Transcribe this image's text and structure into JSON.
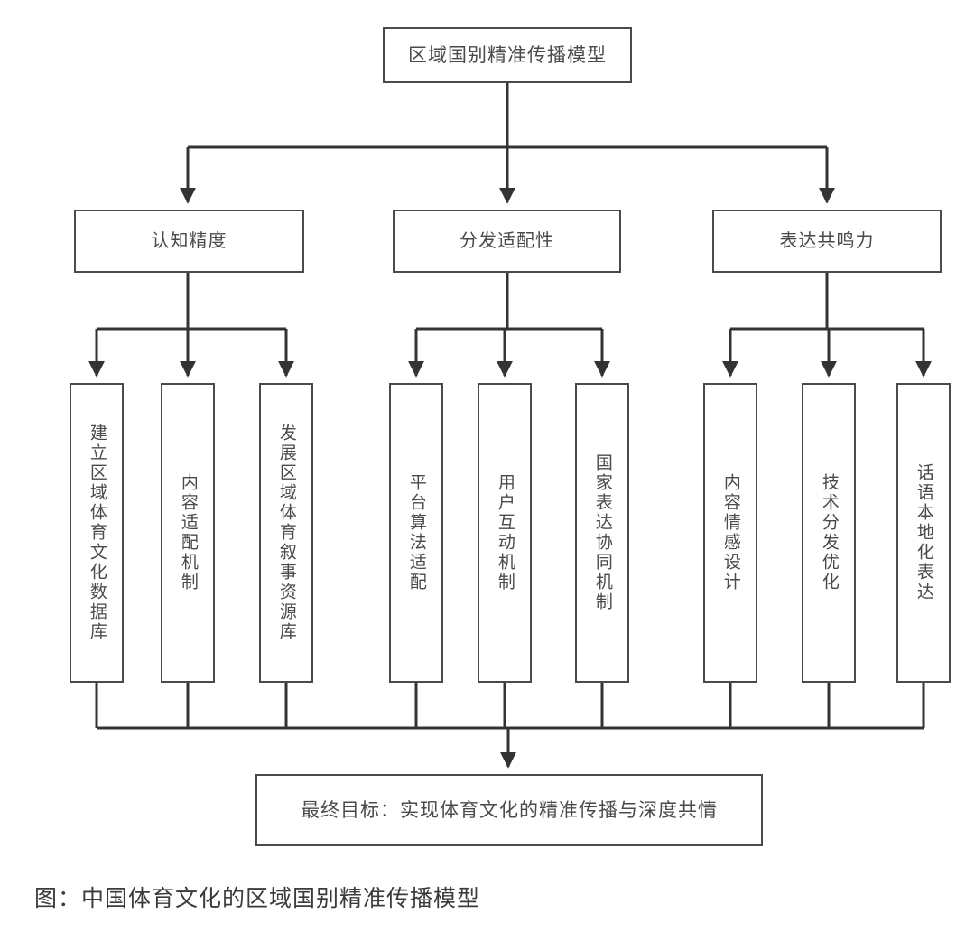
{
  "diagram": {
    "root": {
      "label": "区域国别精准传播模型"
    },
    "pillars": [
      {
        "label": "认知精度"
      },
      {
        "label": "分发适配性"
      },
      {
        "label": "表达共鸣力"
      }
    ],
    "leaves": [
      {
        "label": "建立区域体育文化数据库",
        "pillar": "认知精度"
      },
      {
        "label": "内容适配机制",
        "pillar": "认知精度"
      },
      {
        "label": "发展区域体育叙事资源库",
        "pillar": "认知精度"
      },
      {
        "label": "平台算法适配",
        "pillar": "分发适配性"
      },
      {
        "label": "用户互动机制",
        "pillar": "分发适配性"
      },
      {
        "label": "国家表达协同机制",
        "pillar": "分发适配性"
      },
      {
        "label": "内容情感设计",
        "pillar": "表达共鸣力"
      },
      {
        "label": "技术分发优化",
        "pillar": "表达共鸣力"
      },
      {
        "label": "话语本地化表达",
        "pillar": "表达共鸣力"
      }
    ],
    "goal": {
      "label": "最终目标：实现体育文化的精准传播与深度共情"
    },
    "caption": "图：中国体育文化的区域国别精准传播模型",
    "colors": {
      "stroke": "#4a4a4a",
      "text": "#4a4a4a",
      "background": "#ffffff",
      "caption_text": "#3b3b3b"
    }
  }
}
